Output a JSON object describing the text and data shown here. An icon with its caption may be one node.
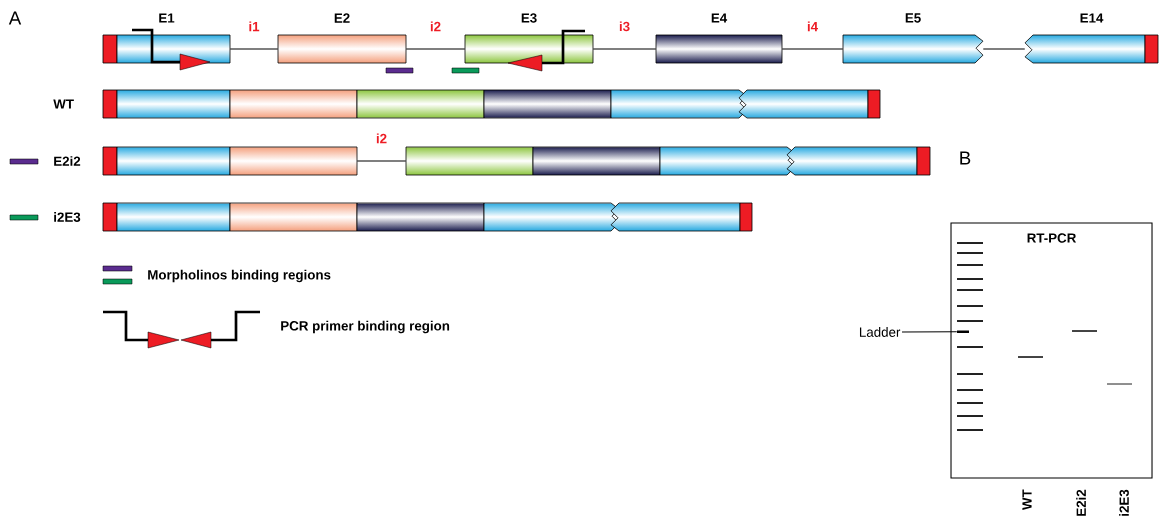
{
  "diagram": {
    "nodes": [
      {
        "text": [
          "E1"
        ]
      },
      {
        "text": [
          "E2"
        ]
      },
      {
        "text": [
          "E3"
        ]
      },
      {
        "text": [
          "E4"
        ]
      },
      {
        "text": [
          "E5"
        ]
      },
      {
        "text": [
          "E14"
        ]
      },
      {
        "text": [
          "WT"
        ]
      },
      {
        "text": [
          "E2i2"
        ]
      },
      {
        "text": [],
        "shape": "bar"
      },
      {
        "text": [
          "i2E3"
        ]
      },
      {
        "text": [
          "RT-PCR"
        ]
      },
      {
        "text": [],
        "shape": "bar",
        "in": 10
      },
      {
        "text": [
          "Ladder"
        ]
      }
    ],
    "edges": [
      {
        "from": 0,
        "to": 1,
        "arrow": "none",
        "label": "i1"
      },
      {
        "from": 1,
        "to": 2,
        "arrow": "none",
        "label": "i2"
      },
      {
        "from": 2,
        "to": 3,
        "arrow": "none",
        "label": "i3"
      },
      {
        "from": 3,
        "to": 4,
        "arrow": "none",
        "label": "i4"
      },
      {
        "from": 4,
        "to": 5,
        "arrow": "none"
      },
      {
        "from": 7,
        "to": 8,
        "arrow": "none",
        "label": "i2"
      },
      {
        "from": 12,
        "to": 11,
        "arrow": "none"
      }
    ],
    "labels": [
      "A",
      "B",
      "WT",
      "E2i2",
      "i2E3"
    ],
    "legend": [
      {
        "text": "Morpholinos binding regions"
      },
      {
        "text": "PCR primer binding region"
      }
    ]
  }
}
